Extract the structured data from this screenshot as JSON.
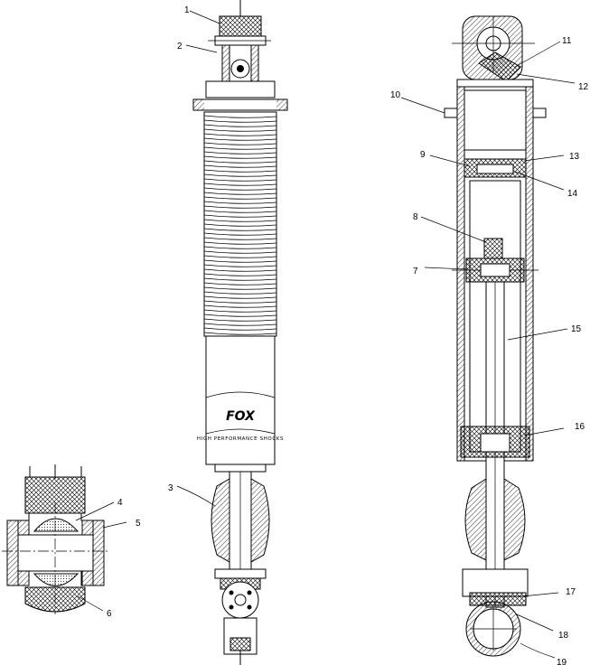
{
  "callouts": [
    {
      "id": "c1",
      "text": "1"
    },
    {
      "id": "c2",
      "text": "2"
    },
    {
      "id": "c3",
      "text": "3"
    },
    {
      "id": "c4",
      "text": "4"
    },
    {
      "id": "c5",
      "text": "5"
    },
    {
      "id": "c6",
      "text": "6"
    },
    {
      "id": "c7",
      "text": "7"
    },
    {
      "id": "c8",
      "text": "8"
    },
    {
      "id": "c9",
      "text": "9"
    },
    {
      "id": "c10",
      "text": "10"
    },
    {
      "id": "c11",
      "text": "11"
    },
    {
      "id": "c12",
      "text": "12"
    },
    {
      "id": "c13",
      "text": "13"
    },
    {
      "id": "c14",
      "text": "14"
    },
    {
      "id": "c15",
      "text": "15"
    },
    {
      "id": "c16",
      "text": "16"
    },
    {
      "id": "c17",
      "text": "17"
    },
    {
      "id": "c18",
      "text": "18"
    },
    {
      "id": "c19",
      "text": "19"
    }
  ],
  "brand": {
    "logo": "FOX",
    "tagline": "HIGH PERFORMANCE SHOCKS"
  }
}
